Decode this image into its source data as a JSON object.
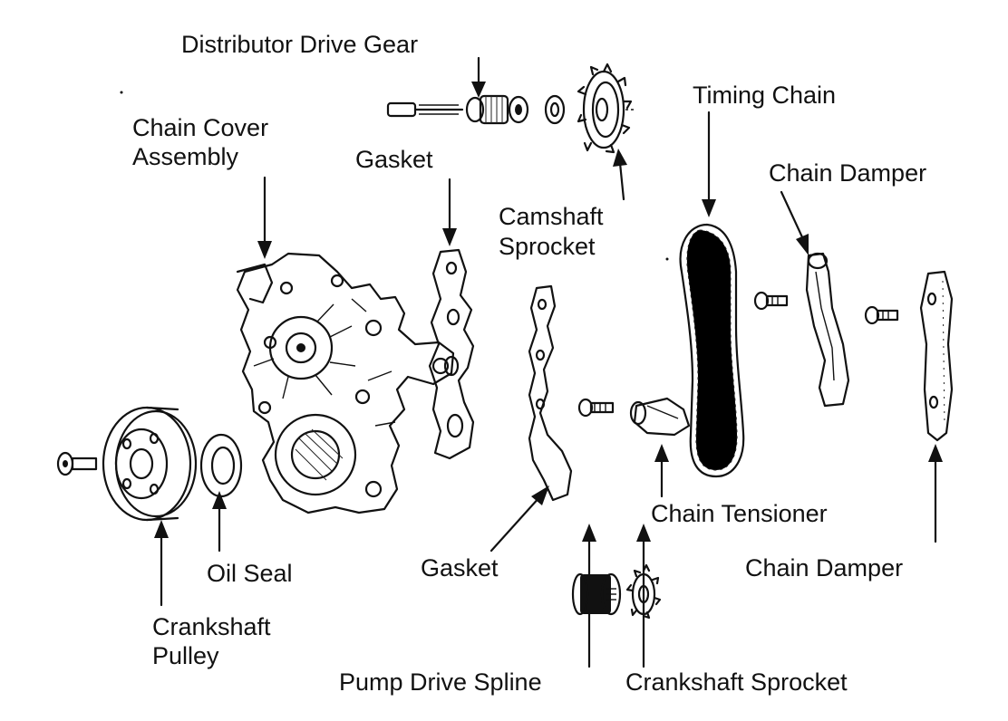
{
  "diagram": {
    "labels": {
      "distributor_drive_gear": "Distributor Drive Gear",
      "timing_chain": "Timing Chain",
      "chain_cover_line1": "Chain Cover",
      "chain_cover_line2": "Assembly",
      "gasket_top": "Gasket",
      "chain_damper_top": "Chain Damper",
      "camshaft_sprocket_line1": "Camshaft",
      "camshaft_sprocket_line2": "Sprocket",
      "chain_tensioner": "Chain Tensioner",
      "oil_seal": "Oil Seal",
      "gasket_bottom": "Gasket",
      "chain_damper_bottom": "Chain Damper",
      "crankshaft_pulley_line1": "Crankshaft",
      "crankshaft_pulley_line2": "Pulley",
      "pump_drive_spline": "Pump Drive Spline",
      "crankshaft_sprocket": "Crankshaft Sprocket"
    }
  }
}
